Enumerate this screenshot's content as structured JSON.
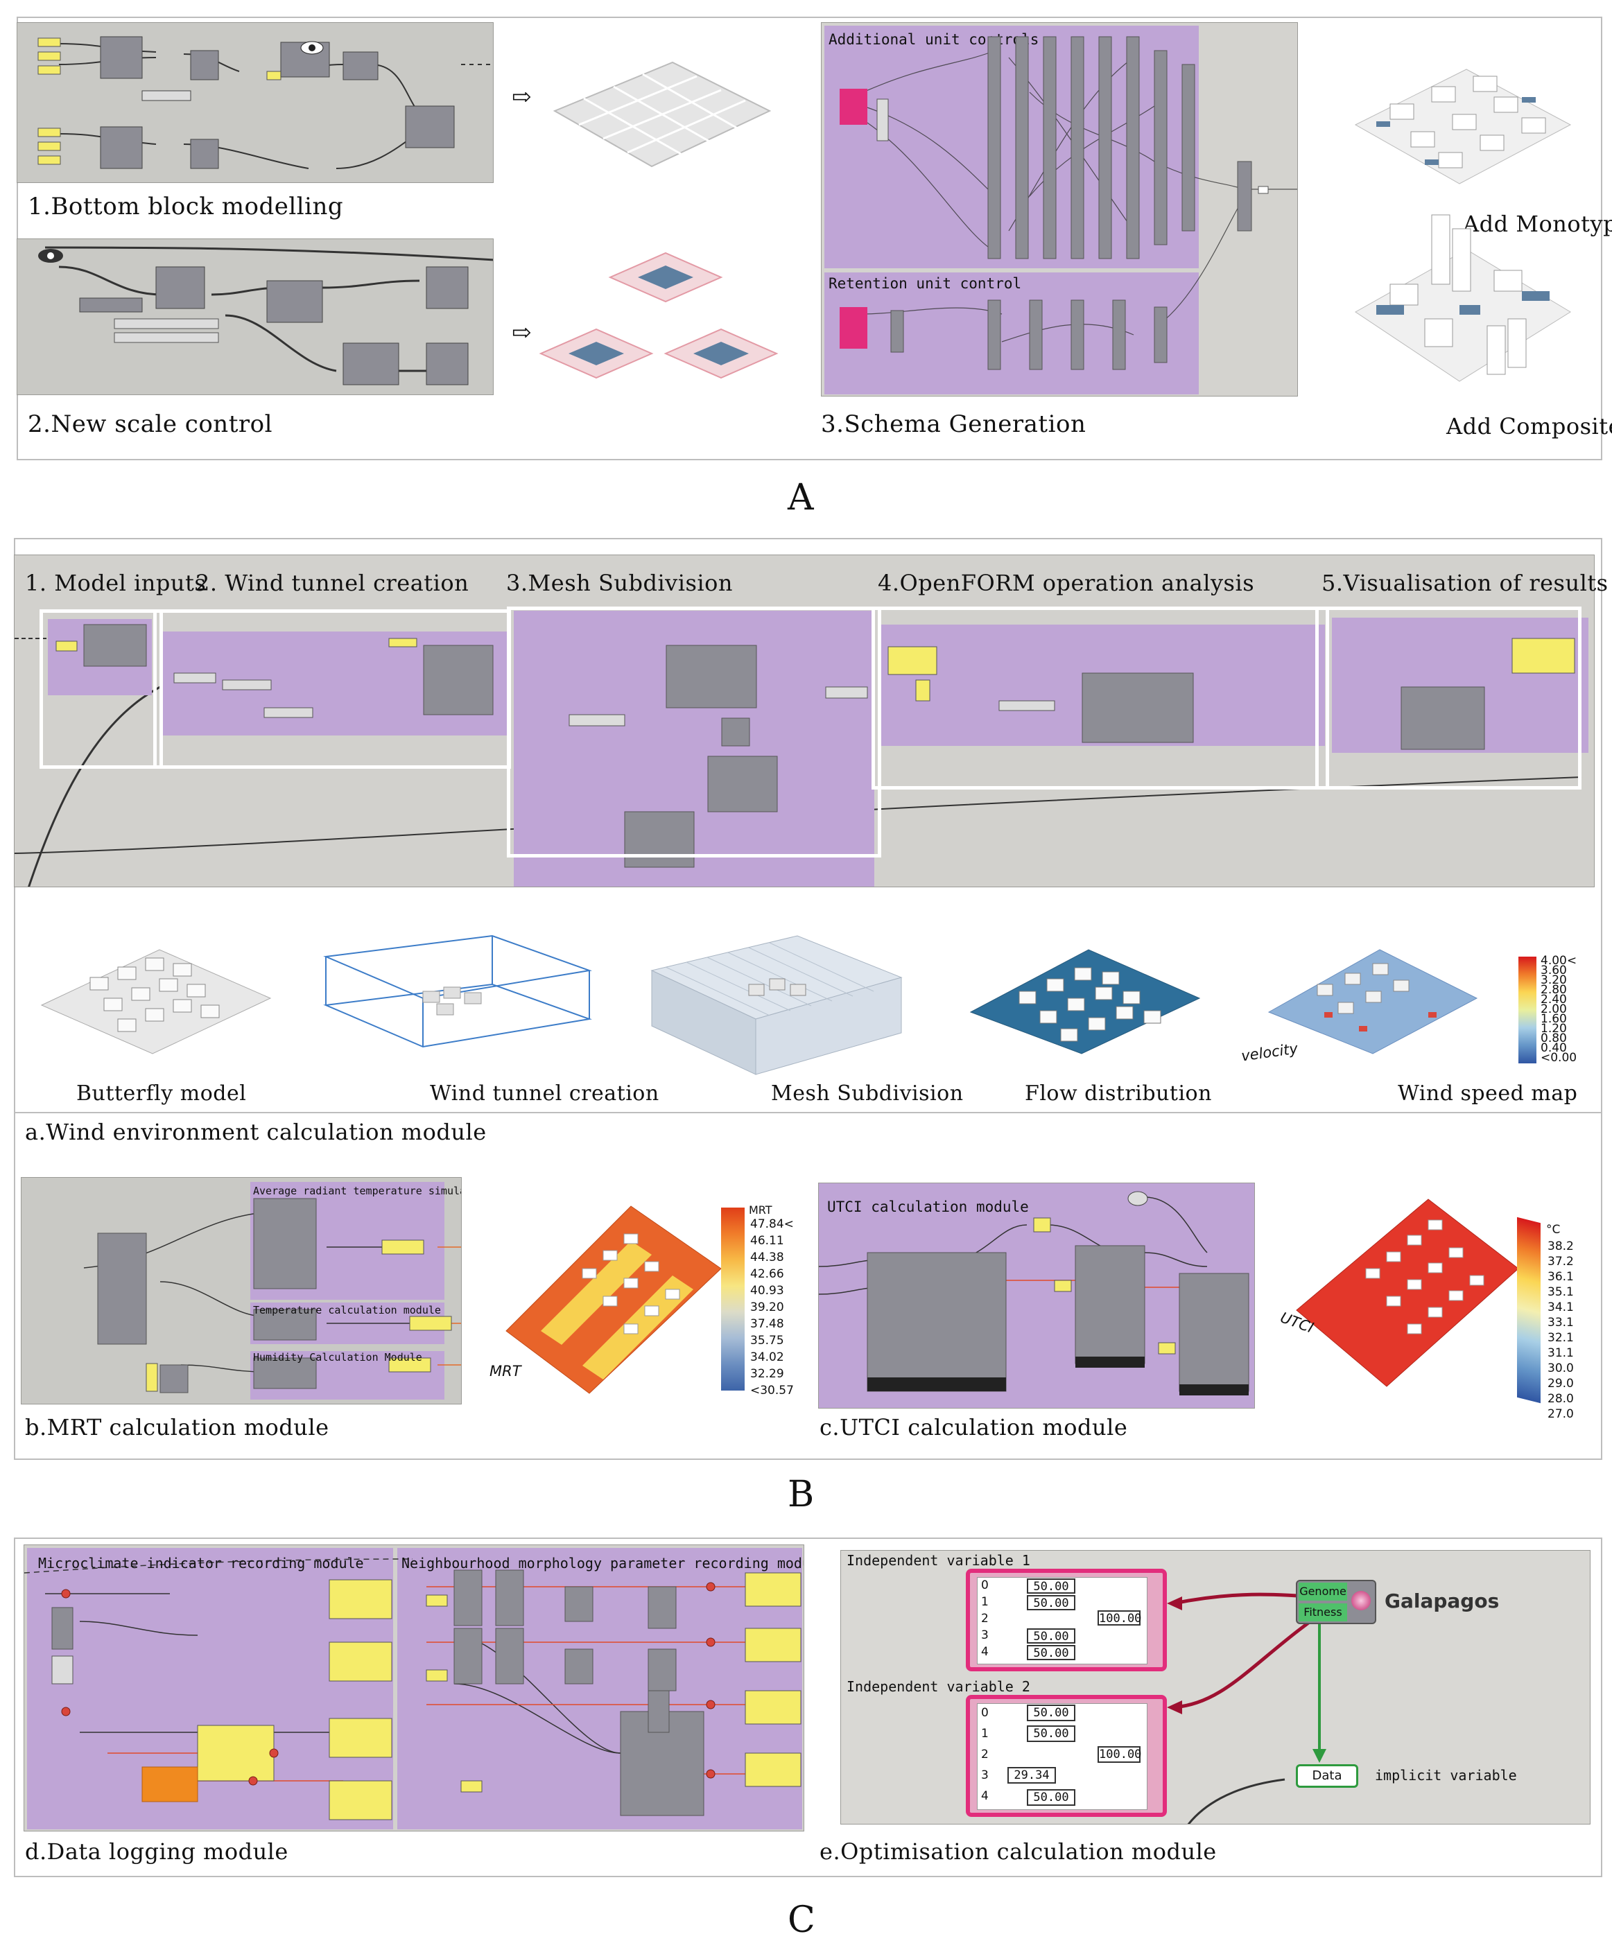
{
  "section_a": {
    "letter": "A",
    "cap1": "1.Bottom block modelling",
    "cap2": "2.New scale control",
    "cap3": "3.Schema Generation",
    "additional_unit_controls": "Additional unit controls",
    "retention_unit_control": "Retention unit control",
    "add_monotype": "Add Monotype",
    "add_composite": "Add Composite"
  },
  "section_b": {
    "letter": "B",
    "steps": [
      "1. Model inputs",
      "2. Wind tunnel creation",
      "3.Mesh Subdivision",
      "4.OpenFORM operation analysis",
      "5.Visualisation of results"
    ],
    "thumbs": [
      "Butterfly model",
      "Wind tunnel creation",
      "Mesh Subdivision",
      "Flow distribution",
      "Wind speed map"
    ],
    "module_a": "a.Wind environment calculation module",
    "module_b": "b.MRT calculation module",
    "module_c": "c.UTCI calculation module",
    "velocity_label": "velocity",
    "mrt_label": "MRT",
    "utci_label": "UTCI",
    "mrt_legend_title": "MRT",
    "mrt_legend": [
      "47.84<",
      "46.11",
      "44.38",
      "42.66",
      "40.93",
      "39.20",
      "37.48",
      "35.75",
      "34.02",
      "32.29",
      "<30.57"
    ],
    "utci_legend_title": "°C",
    "utci_legend": [
      "38.2",
      "37.2",
      "36.1",
      "35.1",
      "34.1",
      "33.1",
      "32.1",
      "31.1",
      "30.0",
      "29.0",
      "28.0",
      "27.0"
    ],
    "wind_legend": [
      "4.00<",
      "3.60",
      "3.20",
      "2.80",
      "2.40",
      "2.00",
      "1.60",
      "1.20",
      "0.80",
      "0.40",
      "<0.00"
    ],
    "avg_radiant": "Average radiant temperature simulation module",
    "temperature_calc": "Temperature calculation module",
    "humidity_calc": "Humidity Calculation Module",
    "utci_module_title": "UTCI calculation module"
  },
  "section_c": {
    "letter": "C",
    "microclimate": "Microclimate indicator recording module",
    "neighbourhood": "Neighbourhood morphology parameter recording module",
    "module_d": "d.Data logging module",
    "module_e": "e.Optimisation calculation module",
    "indep1": "Independent variable 1",
    "indep2": "Independent variable 2",
    "galapagos": "Galapagos",
    "genome": "Genome",
    "fitness": "Fitness",
    "data_node": "Data",
    "implicit": "implicit variable",
    "slider_values_1": [
      "50.00",
      "50.00",
      "100.00",
      "50.00",
      "50.00"
    ],
    "slider_values_2": [
      "50.00",
      "50.00",
      "100.00",
      "29.34",
      "50.00"
    ],
    "list_indices": [
      "0",
      "1",
      "2",
      "3",
      "4"
    ]
  },
  "colors": {
    "gh_purple": "#bfa5d6",
    "gh_gray": "#c9c9c5",
    "node_gray": "#8d8d95",
    "yellow_panel": "#f5ec6a",
    "magenta": "#e22d7c",
    "pink_group": "#e6a8c4"
  }
}
